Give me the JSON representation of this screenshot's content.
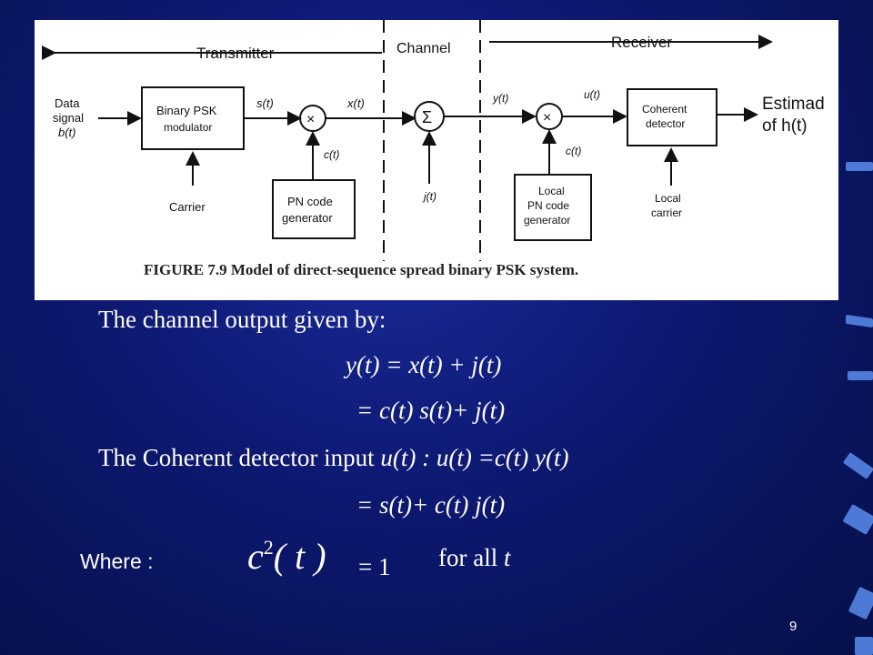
{
  "figure": {
    "sections": {
      "transmitter": "Transmitter",
      "channel": "Channel",
      "receiver": "Receiver"
    },
    "blocks": {
      "data_signal": [
        "Data",
        "signal",
        "b(t)"
      ],
      "psk_modulator": [
        "Binary PSK",
        "modulator"
      ],
      "carrier": "Carrier",
      "pn_generator": [
        "PN code",
        "generator"
      ],
      "local_pn_generator": [
        "Local",
        "PN code",
        "generator"
      ],
      "coherent_detector": [
        "Coherent",
        "detector"
      ],
      "local_carrier": [
        "Local",
        "carrier"
      ],
      "output": [
        "Estimad",
        "of h(t)"
      ]
    },
    "signals": {
      "s": "s(t)",
      "x": "x(t)",
      "y": "y(t)",
      "u": "u(t)",
      "c_tx": "c(t)",
      "c_rx": "c(t)",
      "j": "j(t)"
    },
    "symbols": {
      "multiply": "×",
      "sum": "Σ"
    },
    "caption": "FIGURE 7.9   Model of direct-sequence spread binary PSK system."
  },
  "text": {
    "line1": "The channel output given by:",
    "line2": "y(t) = x(t) + j(t)",
    "line3": "= c(t) s(t)+ j(t)",
    "line4_prefix": "The Coherent detector input ",
    "line4_italic": "u(t) :  u(t) =c(t) y(t)",
    "line5": "= s(t)+ c(t) j(t)",
    "where_label": "Where :",
    "c2t_base": "c",
    "c2t_sup": "2",
    "c2t_arg": "( t )",
    "equals_one": "= 1",
    "for_all_prefix": "for all ",
    "for_all_var": "t"
  },
  "page_number": "9",
  "colors": {
    "background": "#0d1870",
    "accent": "#4d7ad6",
    "text": "#ffffff"
  }
}
